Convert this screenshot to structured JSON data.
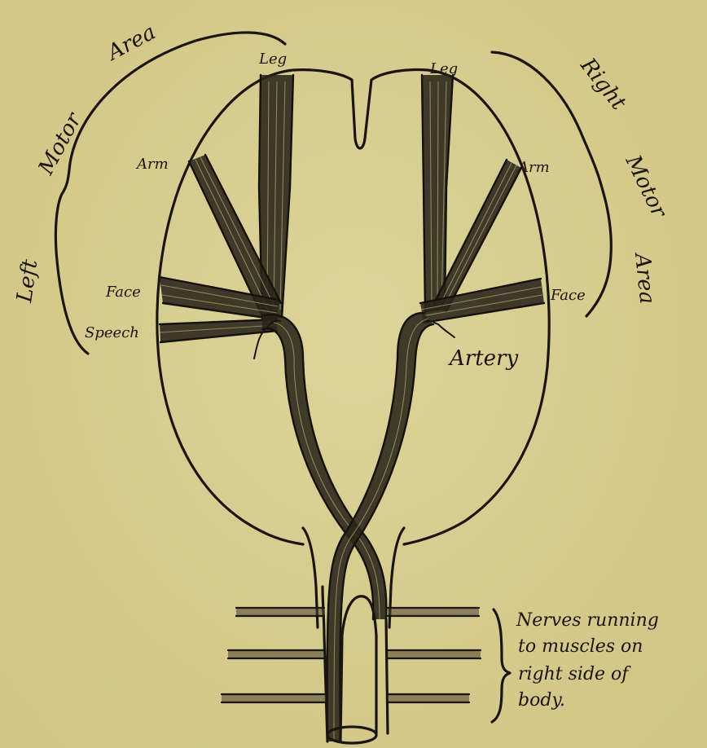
{
  "labels": {
    "left_motor_area": [
      "Left",
      "Motor",
      "Area"
    ],
    "right_motor_area": [
      "Right",
      "Motor",
      "Area"
    ],
    "leg_left": "Leg",
    "leg_right": "Leg",
    "arm_left": "Arm",
    "arm_right": "Arm",
    "face_left": "Face",
    "face_right": "Face",
    "speech": "Speech",
    "artery": "Artery",
    "nerves_note": [
      "Nerves running",
      "to muscles on",
      "right side of",
      "body."
    ]
  },
  "colors": {
    "paper": "#d6cb8e",
    "ink": "#1a160f"
  }
}
